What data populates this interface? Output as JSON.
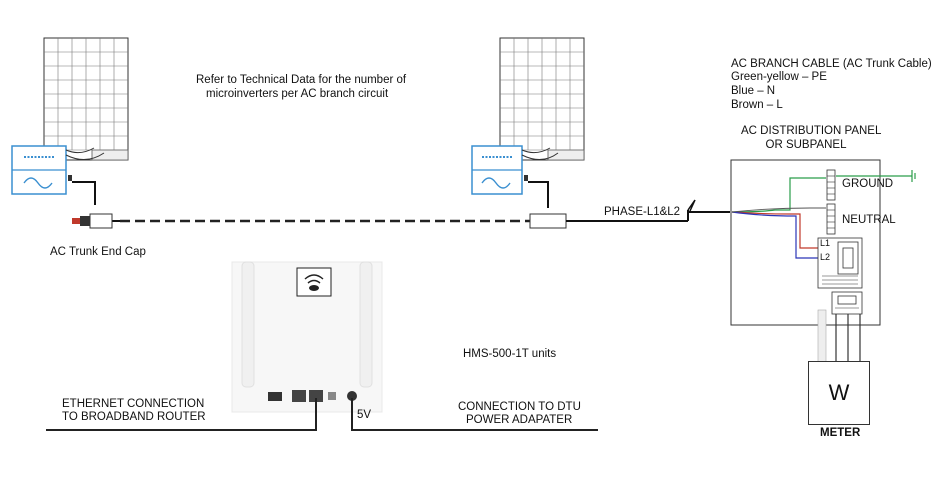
{
  "labels": {
    "note_line1": "Refer to Technical Data for the number of",
    "note_line2": "microinverters per AC branch circuit",
    "ac_branch_title": "AC BRANCH CABLE (AC Trunk Cable)",
    "wire_pe": "Green-yellow – PE",
    "wire_n": "Blue – N",
    "wire_l": "Brown – L",
    "panel_title_1": "AC DISTRIBUTION PANEL",
    "panel_title_2": "OR SUBPANEL",
    "ground": "GROUND",
    "neutral": "NEUTRAL",
    "l1": "L1",
    "l2": "L2",
    "phase": "PHASE-L1&L2",
    "end_cap": "AC Trunk End Cap",
    "units": "HMS-500-1T units",
    "ethernet_1": "ETHERNET CONNECTION",
    "ethernet_2": "TO BROADBAND ROUTER",
    "dtu_1": "CONNECTION TO DTU",
    "dtu_2": "POWER ADAPATER",
    "five_v": "5V",
    "meter_symbol": "W",
    "meter": "METER"
  },
  "colors": {
    "inverter_blue": "#3a8fd0",
    "wire_green": "#2a9d4a",
    "wire_blue": "#2b35b8",
    "wire_brown": "#c0392b"
  }
}
